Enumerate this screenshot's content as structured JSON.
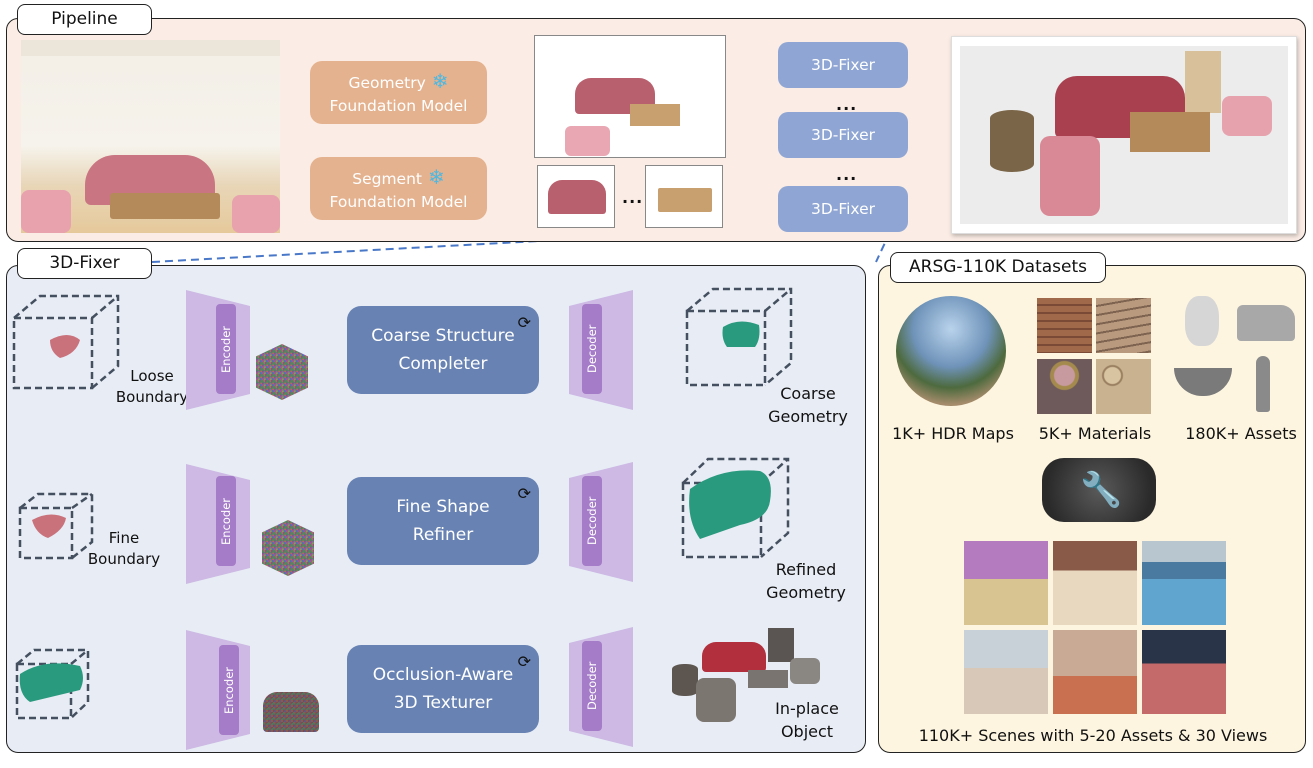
{
  "pipeline": {
    "title": "Pipeline",
    "geometry_model": {
      "line1": "Geometry",
      "line2": "Foundation Model",
      "frozen_icon": "snowflake-icon"
    },
    "segment_model": {
      "line1": "Segment",
      "line2": "Foundation Model",
      "frozen_icon": "snowflake-icon"
    },
    "segment_ellipsis": "...",
    "fixers": [
      "3D-Fixer",
      "3D-Fixer",
      "3D-Fixer"
    ],
    "fixer_ellipsis": "...",
    "colors": {
      "foundation_box": "#e5b28f",
      "fixer_box": "#8fa5d3",
      "panel_bg": "#fbede5"
    }
  },
  "fixer": {
    "title": "3D-Fixer",
    "encoder_label": "Encoder",
    "decoder_label": "Decoder",
    "stages": [
      {
        "input_caption": [
          "Loose",
          "Boundary"
        ],
        "module": [
          "Coarse Structure",
          "Completer"
        ],
        "output_caption": [
          "Coarse",
          "Geometry"
        ]
      },
      {
        "input_caption": [
          "Fine",
          "Boundary"
        ],
        "module": [
          "Fine Shape",
          "Refiner"
        ],
        "output_caption": [
          "Refined",
          "Geometry"
        ]
      },
      {
        "input_caption": [
          "",
          ""
        ],
        "module": [
          "Occlusion-Aware",
          "3D Texturer"
        ],
        "output_caption": [
          "In-place",
          "Object"
        ]
      }
    ],
    "trainable_icon": "refresh-cycle-icon",
    "colors": {
      "module_box": "#6883b3",
      "encoder": "#cdb9e3",
      "encoder_label": "#a57cc8",
      "panel_bg": "#e8ecf5"
    }
  },
  "dataset": {
    "title": "ARSG-110K Datasets",
    "sources": [
      {
        "label": "1K+ HDR Maps"
      },
      {
        "label": "5K+ Materials"
      },
      {
        "label": "180K+ Assets"
      }
    ],
    "tool_icon": "wrench-icon",
    "summary": "110K+ Scenes with 5-20 Assets & 30 Views",
    "colors": {
      "panel_bg": "#fdf5e0"
    }
  }
}
